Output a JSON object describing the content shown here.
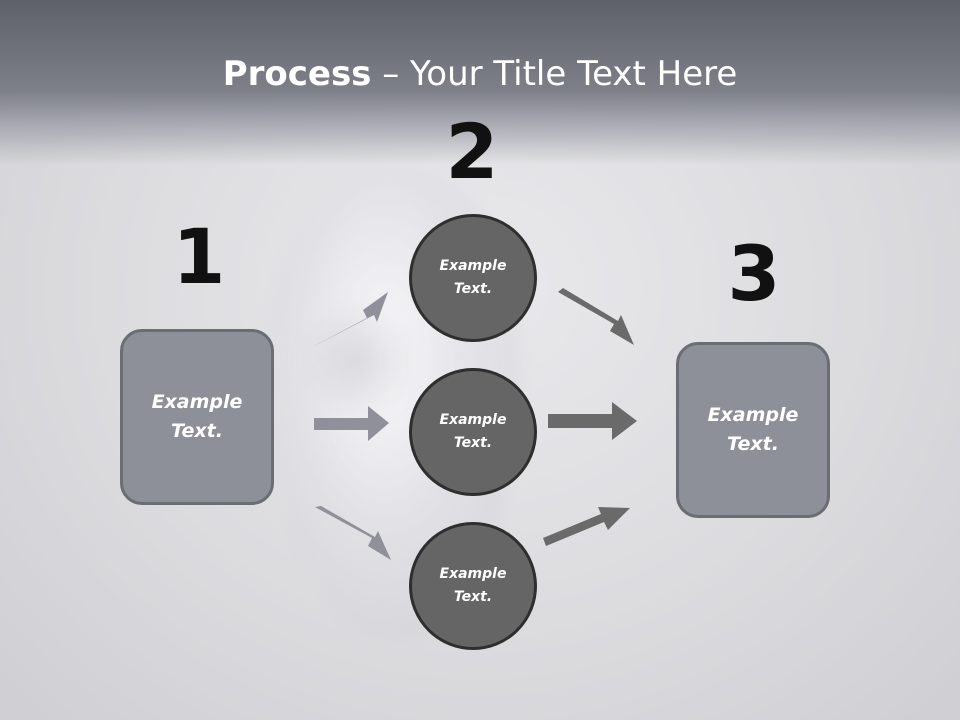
{
  "title": {
    "bold": "Process",
    "rest": " – Your Title Text Here"
  },
  "steps": [
    {
      "number": "1",
      "text": "Example\nText."
    },
    {
      "number": "2",
      "items": [
        {
          "text": "Example\nText."
        },
        {
          "text": "Example\nText."
        },
        {
          "text": "Example\nText."
        }
      ]
    },
    {
      "number": "3",
      "text": "Example\nText."
    }
  ],
  "colors": {
    "box_fill": "#8e9099",
    "circle_fill": "#656565",
    "arrow_light": "#8f9099",
    "arrow_dark": "#6a6a6a"
  }
}
